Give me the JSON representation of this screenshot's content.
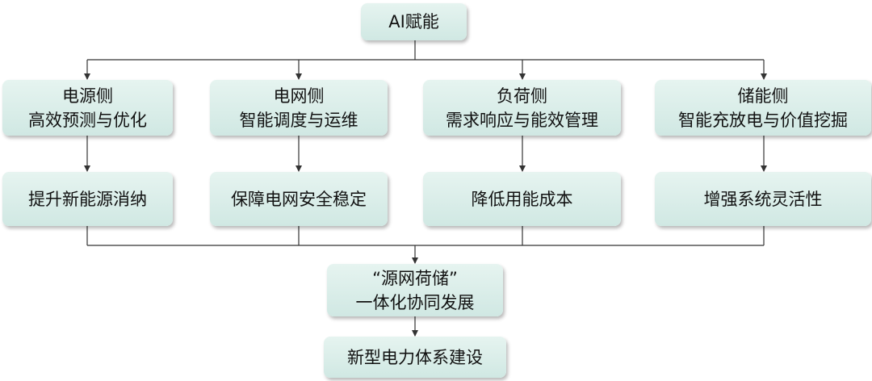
{
  "top": {
    "label": "AI赋能"
  },
  "sides": [
    {
      "title": "电源侧",
      "subtitle": "高效预测与优化",
      "outcome": "提升新能源消纳"
    },
    {
      "title": "电网侧",
      "subtitle": "智能调度与运维",
      "outcome": "保障电网安全稳定"
    },
    {
      "title": "负荷侧",
      "subtitle": "需求响应与能效管理",
      "outcome": "降低用能成本"
    },
    {
      "title": "储能侧",
      "subtitle": "智能充放电与价值挖掘",
      "outcome": "增强系统灵活性"
    }
  ],
  "integration": {
    "line1": "“源网荷储”",
    "line2": "一体化协同发展"
  },
  "goal": {
    "label": "新型电力体系建设"
  },
  "colors": {
    "box_fill": "#d8ede8",
    "line": "#333333"
  }
}
